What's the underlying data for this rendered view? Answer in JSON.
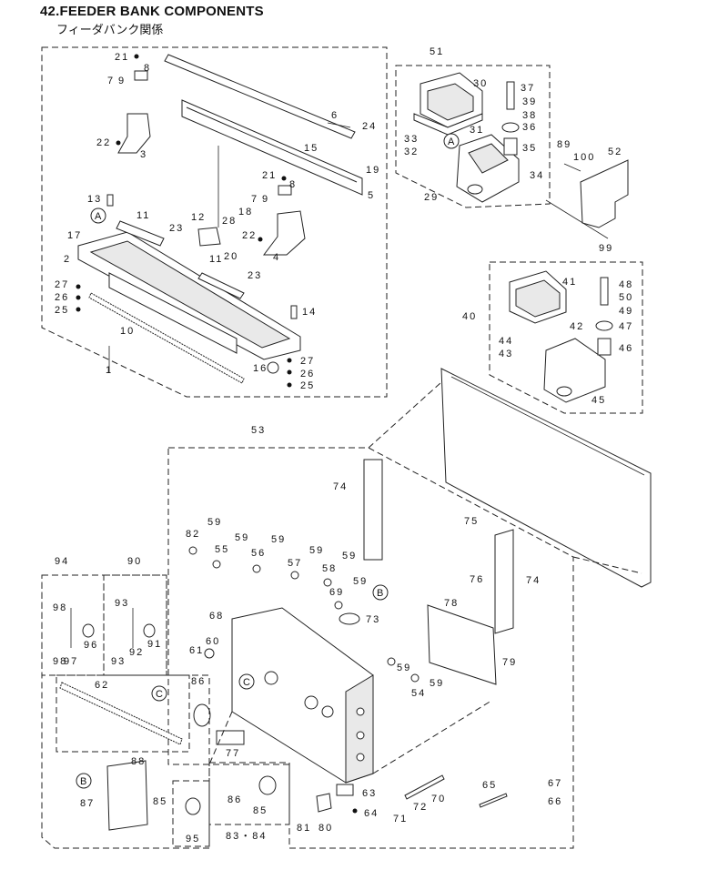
{
  "header": {
    "title": "42.FEEDER BANK COMPONENTS",
    "subtitle": "フィーダバンク関係"
  },
  "callouts": {
    "ref_a": "A",
    "ref_b": "B",
    "ref_c": "C"
  },
  "part_numbers": [
    "21",
    "8",
    "7",
    "9",
    "22",
    "3",
    "6",
    "24",
    "15",
    "19",
    "5",
    "21",
    "8",
    "7",
    "9",
    "22",
    "4",
    "13",
    "17",
    "2",
    "11",
    "23",
    "12",
    "28",
    "18",
    "20",
    "11",
    "23",
    "27",
    "26",
    "25",
    "10",
    "14",
    "16",
    "27",
    "26",
    "25",
    "1",
    "51",
    "30",
    "37",
    "39",
    "38",
    "36",
    "33",
    "31",
    "32",
    "35",
    "34",
    "29",
    "89",
    "100",
    "52",
    "99",
    "48",
    "41",
    "50",
    "40",
    "49",
    "42",
    "47",
    "44",
    "46",
    "43",
    "45",
    "53",
    "74",
    "75",
    "76",
    "74",
    "78",
    "79",
    "94",
    "90",
    "98",
    "93",
    "96",
    "91",
    "97",
    "92",
    "98",
    "93",
    "82",
    "59",
    "55",
    "59",
    "56",
    "59",
    "57",
    "59",
    "58",
    "59",
    "59",
    "69",
    "68",
    "73",
    "60",
    "61",
    "86",
    "59",
    "54",
    "59",
    "62",
    "77",
    "88",
    "87",
    "85",
    "95",
    "86",
    "85",
    "83・84",
    "81",
    "80",
    "63",
    "64",
    "71",
    "72",
    "70",
    "65",
    "67",
    "66"
  ]
}
